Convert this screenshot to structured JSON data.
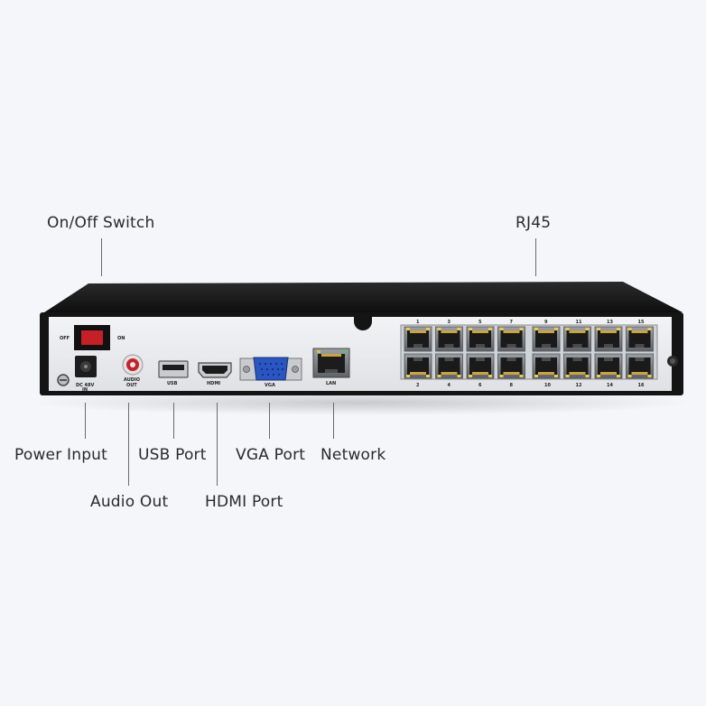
{
  "callouts": {
    "on_off_switch": "On/Off Switch",
    "rj45": "RJ45",
    "power_input": "Power Input",
    "usb_port": "USB Port",
    "vga_port": "VGA Port",
    "network": "Network",
    "audio_out": "Audio Out",
    "hdmi_port": "HDMI Port"
  },
  "panel_labels": {
    "off": "OFF",
    "on": "ON",
    "dc_line1": "DC 48V",
    "dc_line2": "IN",
    "audio_line1": "AUDIO",
    "audio_line2": "OUT",
    "usb": "USB",
    "hdmi": "HDMI",
    "vga": "VGA",
    "lan": "LAN"
  },
  "rj45_ports": {
    "top": [
      "1",
      "3",
      "5",
      "7",
      "9",
      "11",
      "13",
      "15"
    ],
    "bottom": [
      "2",
      "4",
      "6",
      "8",
      "10",
      "12",
      "14",
      "16"
    ]
  },
  "colors": {
    "background": "#f4f6f9",
    "chassis": "#121212",
    "panel": "#e7e9ec",
    "vga_blue": "#2a56c4",
    "audio_red": "#c8202a",
    "switch_red": "#c81e26"
  }
}
